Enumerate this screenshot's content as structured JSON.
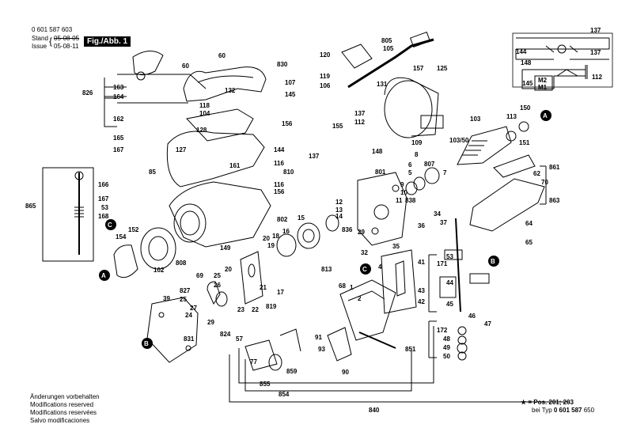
{
  "header": {
    "doc_number": "0 601 587 603",
    "stand_label": "Stand",
    "issue_label": "Issue",
    "stand_date": "05-08-05",
    "issue_date": "05-08-11",
    "figure_label": "Fig./Abb. 1"
  },
  "footer": {
    "notes": [
      "Änderungen vorbehalten",
      "Modifications reserved",
      "Modifications reservées",
      "Salvo modificaciones"
    ],
    "star_note_line1": "★ = Pos. 201; 203",
    "star_note_line2_prefix": "bei Typ ",
    "star_note_line2_code": "0 601 587",
    "star_note_line2_suffix": " 650"
  },
  "callouts": {
    "A": "A",
    "B": "B",
    "C": "C"
  },
  "part_numbers": {
    "p826": "826",
    "p163": "163",
    "p164": "164",
    "p162": "162",
    "p165": "165",
    "p167": "167",
    "p85": "85",
    "p865": "865",
    "p166": "166",
    "p167b": "167",
    "p53": "53",
    "p168": "168",
    "p152": "152",
    "p154": "154",
    "p102": "102",
    "p808": "808",
    "p149": "149",
    "p69": "69",
    "p25": "25",
    "p20": "20",
    "p827": "827",
    "p39": "39",
    "p25b": "25",
    "p26": "26",
    "p27": "27",
    "p24": "24",
    "p29": "29",
    "p831": "831",
    "p23": "23",
    "p22": "22",
    "p21": "21",
    "p824": "824",
    "p819": "819",
    "p17": "17",
    "p16": "16",
    "p18": "18",
    "p19": "19",
    "p20b": "20",
    "p15": "15",
    "p813": "813",
    "p14": "14",
    "p12": "12",
    "p13": "13",
    "p836": "836",
    "p60a": "60",
    "p60b": "60",
    "p830": "830",
    "p107": "107",
    "p119": "119",
    "p106": "106",
    "p132": "132",
    "p118": "118",
    "p104": "104",
    "p128": "128",
    "p127": "127",
    "p161": "161",
    "p145": "145",
    "p156": "156",
    "p144": "144",
    "p155": "155",
    "p137a": "137",
    "p112": "112",
    "p137b": "137",
    "p148": "148",
    "p116a": "116",
    "p810": "810",
    "p116b": "116",
    "p156b": "156",
    "p802": "802",
    "p805": "805",
    "p105": "105",
    "p120": "120",
    "p131": "131",
    "p157": "157",
    "p125": "125",
    "p109": "109",
    "p103": "103",
    "p103_50": "103/50",
    "p113": "113",
    "p150": "150",
    "p151": "151",
    "p861": "861",
    "p62": "62",
    "p70": "70",
    "p863": "863",
    "p64": "64",
    "p65": "65",
    "p801": "801",
    "p8": "8",
    "p807": "807",
    "p6": "6",
    "p5": "5",
    "p7": "7",
    "p9": "9",
    "p10": "10",
    "p11": "11",
    "p838": "838",
    "p34": "34",
    "p37": "37",
    "p29b": "29",
    "p36": "36",
    "p32": "32",
    "p35": "35",
    "p53b": "53",
    "p171": "171",
    "p41": "41",
    "p4": "4",
    "p43": "43",
    "p42": "42",
    "p44": "44",
    "p45": "45",
    "p46": "46",
    "p47": "47",
    "p68": "68",
    "p1": "1",
    "p2": "2",
    "p91": "91",
    "p93": "93",
    "p90": "90",
    "p851": "851",
    "p172": "172",
    "p48": "48",
    "p49": "49",
    "p50": "50",
    "p57": "57",
    "p77": "77",
    "p859": "859",
    "p855": "855",
    "p854": "854",
    "p840": "840",
    "w137a": "137",
    "w144": "144",
    "w137b": "137",
    "w148": "148",
    "w145": "145",
    "w112": "112",
    "wM2": "M2",
    "wM1": "M1"
  }
}
